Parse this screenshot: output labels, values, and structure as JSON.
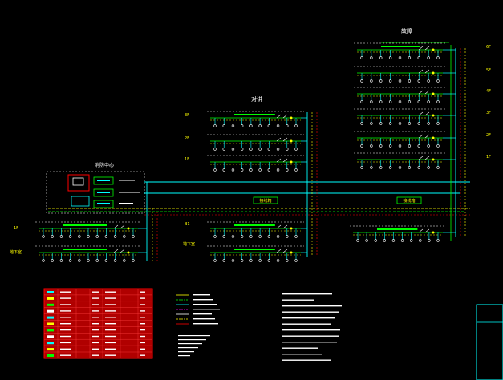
{
  "colors": {
    "background": "#000000",
    "cyan": "#00ffff",
    "green": "#00ff00",
    "yellow": "#ffff00",
    "red": "#ff0000",
    "white": "#ffffff",
    "magenta": "#ff00ff",
    "legend_fill": "#b00000"
  },
  "icons": {
    "switch": "breaker-switch-icon",
    "terminal": "outlet-terminal-icon",
    "node": "junction-node-icon"
  },
  "cluster_a": {
    "title": "故障"
  },
  "cluster_b": {
    "title": "对讲"
  },
  "central_box": {
    "title": "消防中心"
  },
  "left_labels": {
    "top": "1F",
    "bottom": "地下室"
  },
  "cluster_b_floors": [
    "3F",
    "2F",
    "1F"
  ],
  "cluster_a_floors": [
    "6F",
    "5F",
    "4F",
    "3F",
    "2F",
    "1F"
  ],
  "bottom_mid_floor": "B1",
  "bottom_mid_label": "地下室",
  "bus_tags": [
    "接线箱",
    "接线箱"
  ]
}
